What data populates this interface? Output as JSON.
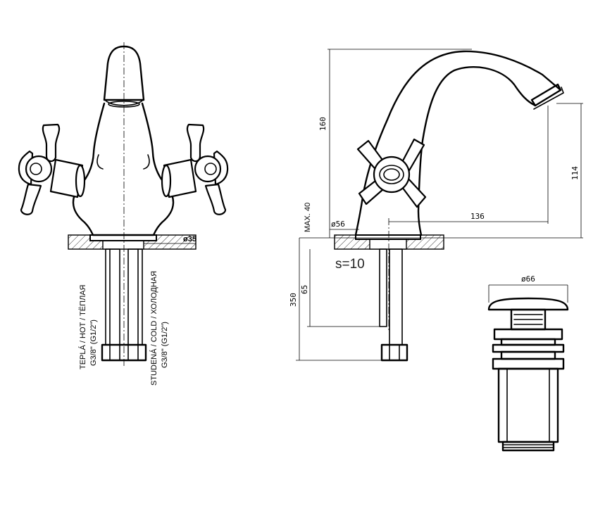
{
  "dimensions": {
    "height_total": "160",
    "spout_height": "114",
    "spout_reach": "136",
    "base_diameter": "ø56",
    "max_thickness": "MAX. 40",
    "hose_length": "350",
    "hose_offset": "65",
    "thread_diameter_front": "ø35",
    "waste_diameter": "ø66",
    "wall_thickness": "s=10"
  },
  "hose_labels": {
    "hot": "TEPLÁ / HOT / TЁПЛАЯ",
    "hot_thread": "G3/8\" (G1/2\")",
    "cold": "STUDENÁ / COLD / ХОЛОДНАЯ",
    "cold_thread": "G3/8\" (G1/2\")"
  }
}
